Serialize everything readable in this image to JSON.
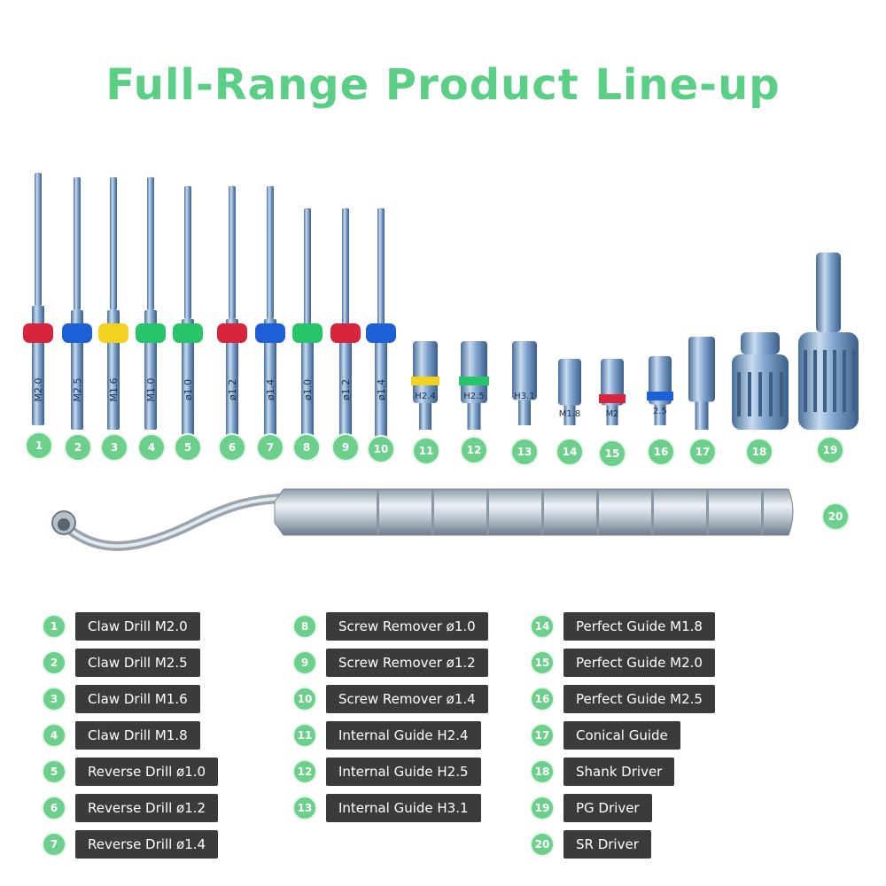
{
  "title": "Full-Range Product Line-up",
  "colors": {
    "accent": "#5ccf86",
    "badge": "#6ccf8b",
    "label_bg": "#3b3b3b",
    "ring_red": "#d8243d",
    "ring_blue": "#1d5fd6",
    "ring_yellow": "#f2d21c",
    "ring_green": "#27c46a"
  },
  "tools": [
    {
      "num": "1",
      "engraving": "M2.0",
      "ring": "red"
    },
    {
      "num": "2",
      "engraving": "M2.5",
      "ring": "blue"
    },
    {
      "num": "3",
      "engraving": "M1.6",
      "ring": "yellow"
    },
    {
      "num": "4",
      "engraving": "M1.0",
      "ring": "green"
    },
    {
      "num": "5",
      "engraving": "ø1.0",
      "ring": "green"
    },
    {
      "num": "6",
      "engraving": "ø1.2",
      "ring": "red"
    },
    {
      "num": "7",
      "engraving": "ø1.4",
      "ring": "blue"
    },
    {
      "num": "8",
      "engraving": "ø1.0",
      "ring": "green"
    },
    {
      "num": "9",
      "engraving": "ø1.2",
      "ring": "red"
    },
    {
      "num": "10",
      "engraving": "ø1.4",
      "ring": "blue"
    }
  ],
  "guides": [
    {
      "num": "11",
      "engraving": "H2.4",
      "ring": "yellow"
    },
    {
      "num": "12",
      "engraving": "H2.5",
      "ring": "green"
    },
    {
      "num": "13",
      "engraving": "H3.1",
      "ring": "none"
    },
    {
      "num": "14",
      "engraving": "M1.8",
      "ring": "none"
    },
    {
      "num": "15",
      "engraving": "M2",
      "ring": "red"
    },
    {
      "num": "16",
      "engraving": "2.5",
      "ring": "blue"
    },
    {
      "num": "17",
      "engraving": "",
      "ring": "none"
    },
    {
      "num": "18",
      "engraving": "",
      "ring": "none"
    },
    {
      "num": "19",
      "engraving": "",
      "ring": "none"
    },
    {
      "num": "20",
      "engraving": "",
      "ring": "none"
    }
  ],
  "legend": [
    {
      "num": "1",
      "label": "Claw Drill M2.0"
    },
    {
      "num": "2",
      "label": "Claw Drill M2.5"
    },
    {
      "num": "3",
      "label": "Claw Drill M1.6"
    },
    {
      "num": "4",
      "label": "Claw Drill M1.8"
    },
    {
      "num": "5",
      "label": "Reverse Drill ø1.0"
    },
    {
      "num": "6",
      "label": "Reverse Drill ø1.2"
    },
    {
      "num": "7",
      "label": "Reverse Drill ø1.4"
    },
    {
      "num": "8",
      "label": "Screw Remover ø1.0"
    },
    {
      "num": "9",
      "label": "Screw Remover ø1.2"
    },
    {
      "num": "10",
      "label": "Screw Remover ø1.4"
    },
    {
      "num": "11",
      "label": "Internal Guide H2.4"
    },
    {
      "num": "12",
      "label": "Internal Guide H2.5"
    },
    {
      "num": "13",
      "label": "Internal Guide H3.1"
    },
    {
      "num": "14",
      "label": "Perfect Guide M1.8"
    },
    {
      "num": "15",
      "label": "Perfect Guide M2.0"
    },
    {
      "num": "16",
      "label": "Perfect Guide M2.5"
    },
    {
      "num": "17",
      "label": "Conical Guide"
    },
    {
      "num": "18",
      "label": "Shank Driver"
    },
    {
      "num": "19",
      "label": "PG Driver"
    },
    {
      "num": "20",
      "label": "SR Driver"
    }
  ]
}
